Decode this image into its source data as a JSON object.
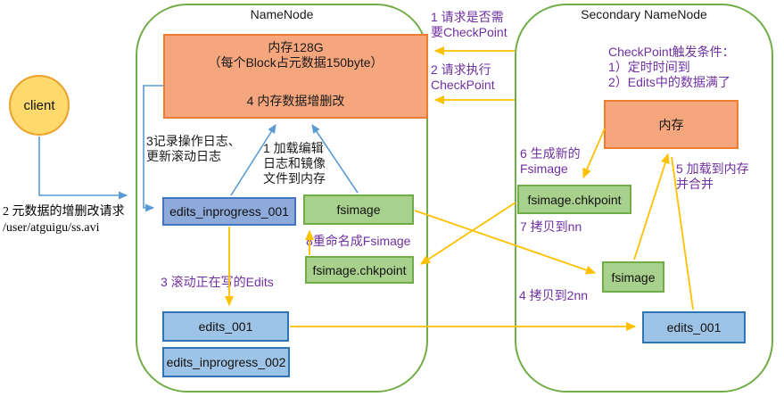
{
  "client": {
    "label": "client"
  },
  "client_request": {
    "text": "2 元数据的增删改请求\n/user/atguigu/ss.avi"
  },
  "namenode": {
    "title": "NameNode",
    "memory": {
      "line1": "内存128G",
      "line2": "（每个Block占元数据150byte）",
      "action": "4 内存数据增删改"
    },
    "notes": {
      "record_log": "3记录操作日志、\n更新滚动日志",
      "load_to_memory": "1 加载编辑\n日志和镜像\n文件到内存",
      "rename": "8重命名成Fsimage",
      "roll_edits": "3 滚动正在写的Edits"
    },
    "files": {
      "edits_inprogress_001": "edits_inprogress_001",
      "fsimage": "fsimage",
      "fsimage_chkpoint": "fsimage.chkpoint",
      "edits_001": "edits_001",
      "edits_inprogress_002": "edits_inprogress_002"
    }
  },
  "requests": {
    "check_needed": "1 请求是否需\n要CheckPoint",
    "execute_checkpoint": "2 请求执行\nCheckPoint"
  },
  "secondary_namenode": {
    "title": "Secondary NameNode",
    "trigger_conditions": "CheckPoint触发条件：\n1）定时时间到\n2）Edits中的数据满了",
    "memory_label": "内存",
    "notes": {
      "generate_fsimage": "6 生成新的\nFsimage",
      "copy_to_nn": "7 拷贝到nn",
      "load_and_merge": "5 加载到内存\n并合并",
      "copy_to_2nn": "4 拷贝到2nn"
    },
    "files": {
      "fsimage_chkpoint": "fsimage.chkpoint",
      "fsimage": "fsimage",
      "edits_001": "edits_001"
    }
  },
  "colors": {
    "container_border": "#70AD47",
    "memory_fill": "#F5A67D",
    "memory_border": "#ED7D31",
    "file_green_fill": "#A9D18E",
    "file_green_border": "#70AD47",
    "file_blue_fill": "#9DC3E6",
    "file_blue_border": "#2E75B6",
    "inprogress_fill": "#8EAADB",
    "inprogress_border": "#4472C4",
    "client_fill": "#FFD96B",
    "client_border": "#ECA22D",
    "arrow_yellow": "#FFC000",
    "arrow_blue": "#5B9BD5",
    "purple_text": "#7030A0"
  }
}
